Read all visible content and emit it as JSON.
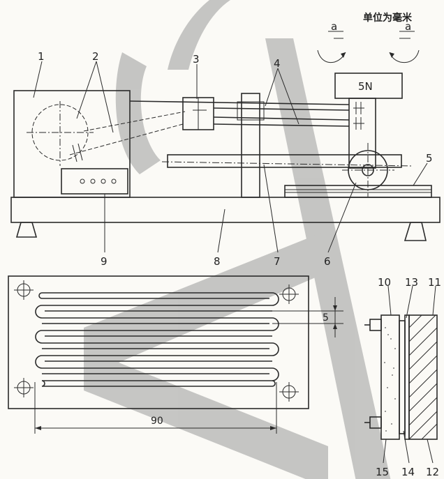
{
  "diagram": {
    "unit_note": "单位为毫米",
    "rotation_label_left": "a",
    "rotation_label_right": "a",
    "load_label": "5N",
    "callouts": [
      "1",
      "2",
      "3",
      "4",
      "5",
      "6",
      "7",
      "8",
      "9",
      "10",
      "11",
      "12",
      "13",
      "14",
      "15"
    ],
    "dim_pitch": "5",
    "dim_length": "90"
  },
  "colors": {
    "line": "#2a2a2a",
    "watermark": "#9a9a9a",
    "paper": "#fbfaf6"
  }
}
